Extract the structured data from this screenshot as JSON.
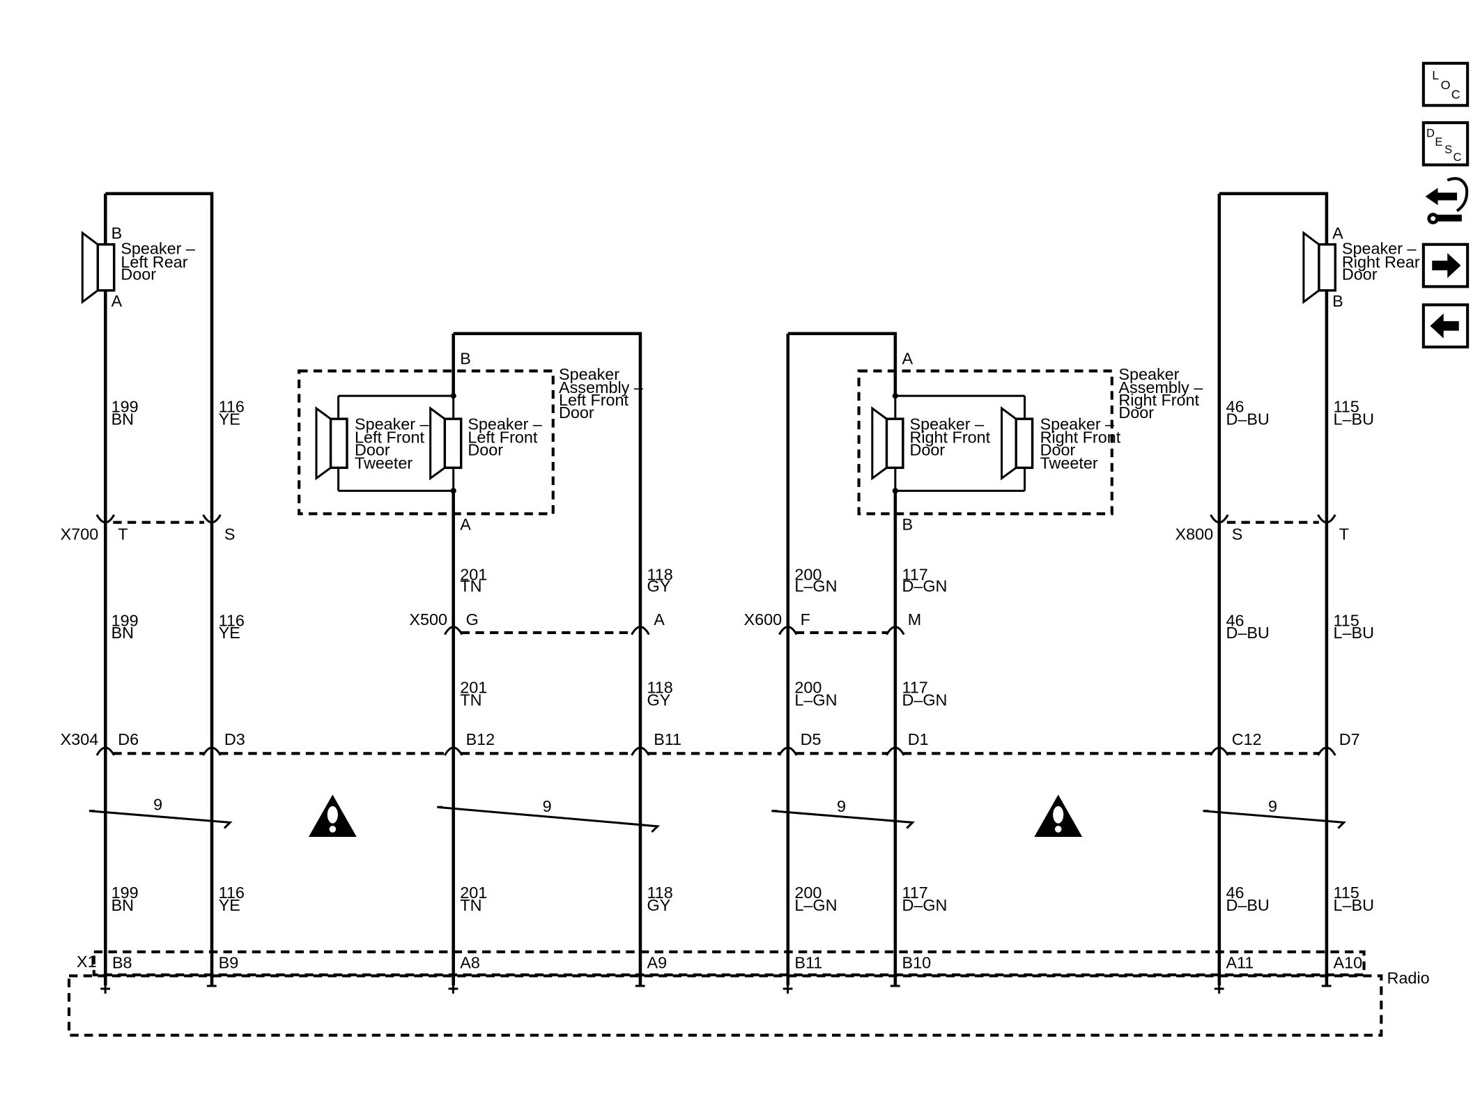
{
  "nav": {
    "loc_label": [
      "L",
      "O",
      "C"
    ],
    "desc_label": [
      "D",
      "E",
      "S",
      "C"
    ]
  },
  "radio": {
    "label": "Radio"
  },
  "connectors": {
    "x1": "X1",
    "x304": "X304",
    "x500": "X500",
    "x600": "X600",
    "x700": "X700",
    "x800": "X800"
  },
  "speakers": {
    "left_rear": [
      "Speaker –",
      "Left Rear",
      "Door"
    ],
    "right_rear": [
      "Speaker –",
      "Right Rear",
      "Door"
    ],
    "left_front_tweeter": [
      "Speaker –",
      "Left Front",
      "Door",
      "Tweeter"
    ],
    "left_front_door": [
      "Speaker –",
      "Left Front",
      "Door"
    ],
    "right_front_door": [
      "Speaker –",
      "Right Front",
      "Door"
    ],
    "right_front_tweeter": [
      "Speaker –",
      "Right Front",
      "Door",
      "Tweeter"
    ],
    "left_front_assembly": [
      "Speaker",
      "Assembly –",
      "Left Front",
      "Door"
    ],
    "right_front_assembly": [
      "Speaker",
      "Assembly –",
      "Right Front",
      "Door"
    ]
  },
  "circuits": [
    {
      "num": "199",
      "color": "BN"
    },
    {
      "num": "116",
      "color": "YE"
    },
    {
      "num": "201",
      "color": "TN"
    },
    {
      "num": "118",
      "color": "GY"
    },
    {
      "num": "200",
      "color": "L–GN"
    },
    {
      "num": "117",
      "color": "D–GN"
    },
    {
      "num": "46",
      "color": "D–BU"
    },
    {
      "num": "115",
      "color": "L–BU"
    }
  ],
  "pins": {
    "x1": [
      "B8",
      "B9",
      "A8",
      "A9",
      "B11",
      "B10",
      "A11",
      "A10"
    ],
    "x304": [
      "D6",
      "D3",
      "B12",
      "B11",
      "D5",
      "D1",
      "C12",
      "D7"
    ],
    "x700": [
      "T",
      "S"
    ],
    "x800": [
      "S",
      "T"
    ],
    "x500": [
      "G",
      "A"
    ],
    "x600": [
      "F",
      "M"
    ],
    "left_rear": [
      "B",
      "A"
    ],
    "right_rear": [
      "A",
      "B"
    ],
    "left_front_assy": [
      "B",
      "A"
    ],
    "right_front_assy": [
      "A",
      "B"
    ]
  },
  "twisted_pair_label": "9",
  "polarity": [
    "+",
    "−"
  ]
}
